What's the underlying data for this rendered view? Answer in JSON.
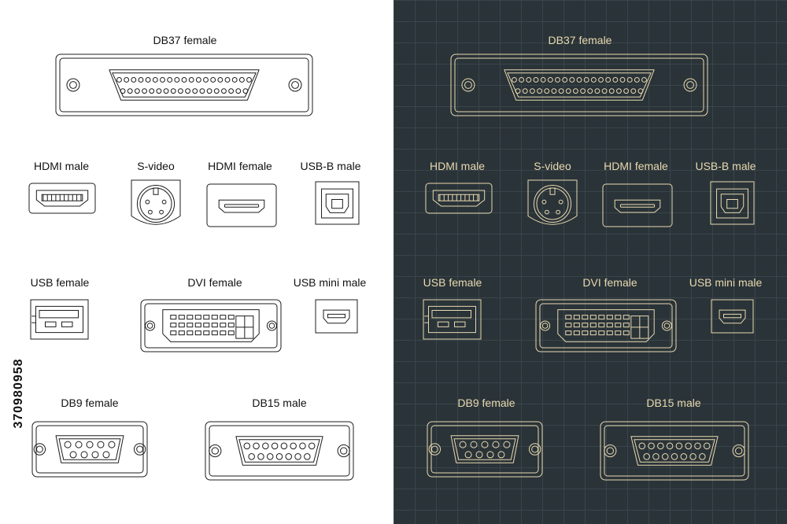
{
  "connectors": [
    {
      "id": "db37",
      "label": "DB37 female",
      "type": "db",
      "rows": [
        19,
        18
      ]
    },
    {
      "id": "hdmi-male",
      "label": "HDMI male",
      "type": "hdmi_male"
    },
    {
      "id": "s-video",
      "label": "S-video",
      "type": "svideo"
    },
    {
      "id": "hdmi-female",
      "label": "HDMI female",
      "type": "hdmi_female"
    },
    {
      "id": "usb-b-male",
      "label": "USB-B male",
      "type": "usbb"
    },
    {
      "id": "usb-female",
      "label": "USB female",
      "type": "usba"
    },
    {
      "id": "dvi-female",
      "label": "DVI female",
      "type": "dvi"
    },
    {
      "id": "usb-mini-male",
      "label": "USB mini male",
      "type": "usbmini"
    },
    {
      "id": "db9",
      "label": "DB9 female",
      "type": "db",
      "rows": [
        5,
        4
      ]
    },
    {
      "id": "db15",
      "label": "DB15 male",
      "type": "db",
      "rows": [
        8,
        7
      ]
    }
  ],
  "stock_id": "370980958",
  "colors": {
    "light_bg": "#ffffff",
    "light_ink": "#1c1c1c",
    "dark_bg": "#2a3338",
    "dark_grid": "#39454b",
    "dark_ink": "#e8d9b0"
  }
}
